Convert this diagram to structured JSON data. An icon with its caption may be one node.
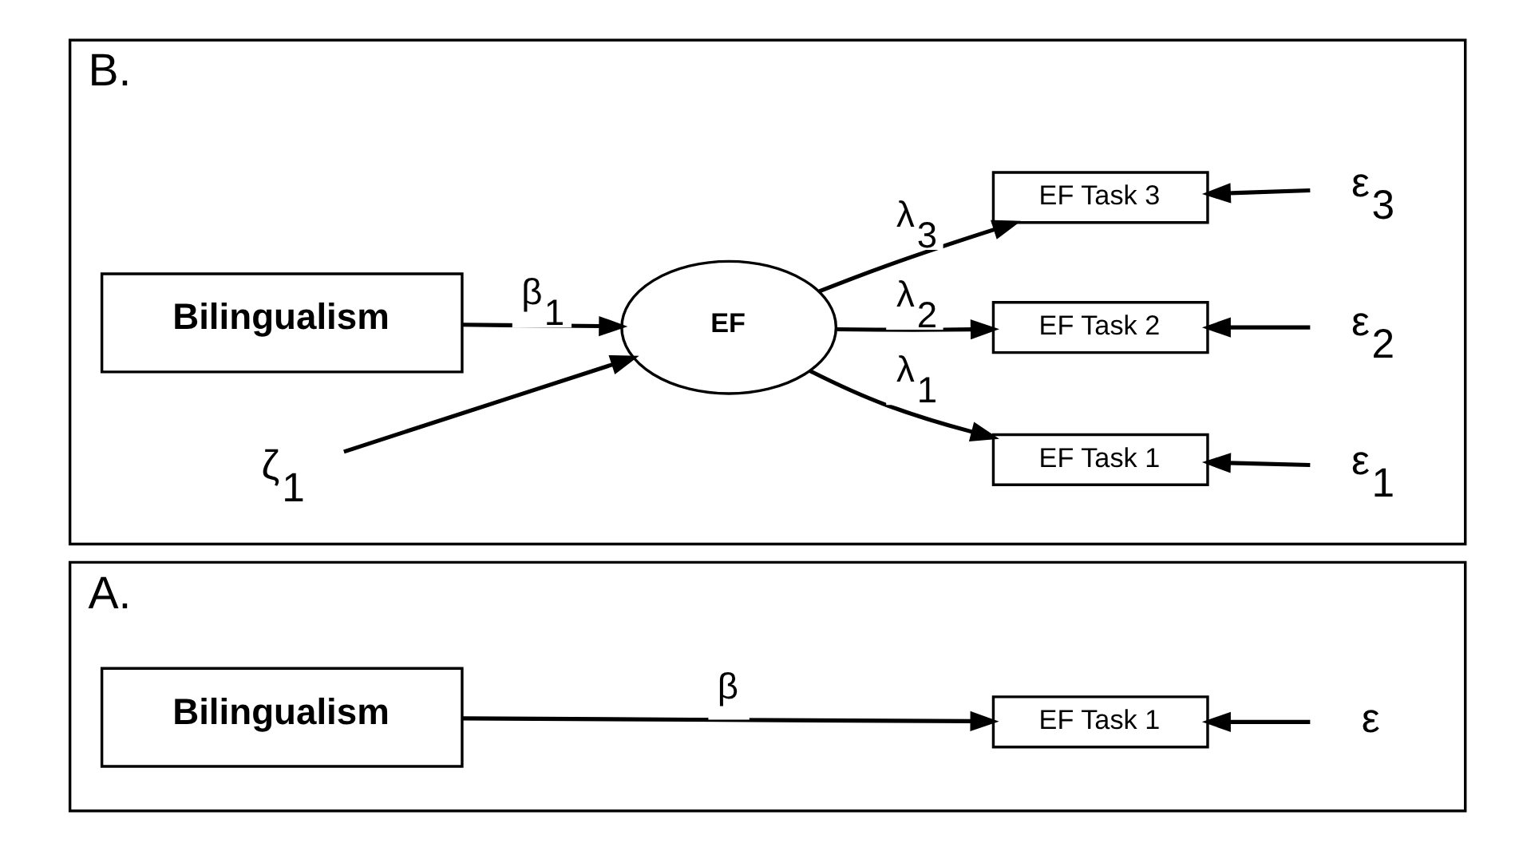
{
  "diagram": {
    "nodes": [
      {
        "text": [
          "A."
        ]
      },
      {
        "text": [
          "Bilingualism"
        ],
        "in": 0
      },
      {
        "text": [
          "EF Task 1"
        ],
        "in": 0
      },
      {
        "text": [
          "ε"
        ],
        "in": 0
      },
      {
        "text": [
          "B."
        ]
      },
      {
        "text": [
          "Bilingualism"
        ],
        "in": 4
      },
      {
        "text": [
          "EF"
        ],
        "in": 4
      },
      {
        "text": [
          "EF Task 1"
        ],
        "in": 4
      },
      {
        "text": [
          "EF Task 2"
        ],
        "in": 4
      },
      {
        "text": [
          "EF Task 3"
        ],
        "in": 4
      },
      {
        "text": [
          "ε$_{1}$"
        ],
        "in": 4
      },
      {
        "text": [
          "ε$_{2}$"
        ],
        "in": 4
      },
      {
        "text": [
          "ε$_{3}$"
        ],
        "in": 4
      },
      {
        "text": [
          "ζ$_{1}$"
        ],
        "in": 4
      }
    ],
    "edges": [
      {
        "from": 1,
        "to": 2,
        "arrow": "to",
        "label": "β"
      },
      {
        "from": 3,
        "to": 2,
        "arrow": "to"
      },
      {
        "from": 5,
        "to": 6,
        "arrow": "to",
        "label": "β$_{1}$"
      },
      {
        "from": 6,
        "to": 7,
        "arrow": "to",
        "label": "λ$_{1}$"
      },
      {
        "from": 6,
        "to": 8,
        "arrow": "to",
        "label": "λ$_{2}$"
      },
      {
        "from": 6,
        "to": 9,
        "arrow": "to",
        "label": "λ$_{3}$"
      },
      {
        "from": 10,
        "to": 7,
        "arrow": "to"
      },
      {
        "from": 11,
        "to": 8,
        "arrow": "to"
      },
      {
        "from": 12,
        "to": 9,
        "arrow": "to"
      },
      {
        "from": 13,
        "to": 6,
        "arrow": "to"
      }
    ]
  }
}
